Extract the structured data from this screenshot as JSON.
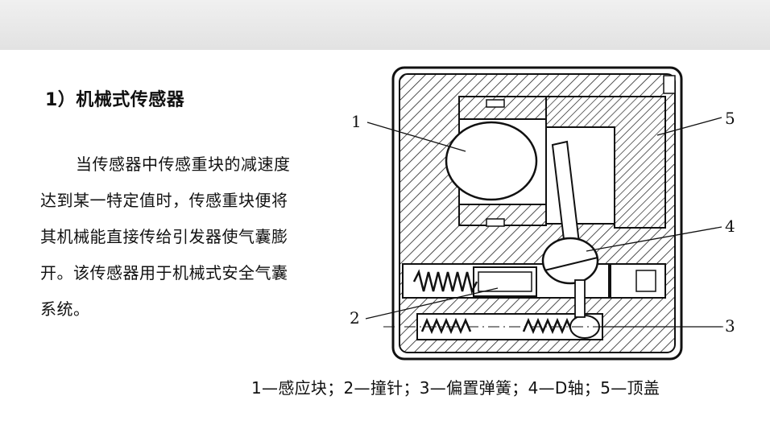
{
  "slide": {
    "heading": "1）机械式传感器",
    "body": "当传感器中传感重块的减速度达到某一特定值时，传感重块便将其机械能直接传给引发器使气囊膨开。该传感器用于机械式安全气囊系统。",
    "caption": "1—感应块；2—撞针；3—偏置弹簧；4—D轴；5—顶盖"
  },
  "diagram": {
    "callouts": [
      "1",
      "2",
      "3",
      "4",
      "5"
    ]
  }
}
